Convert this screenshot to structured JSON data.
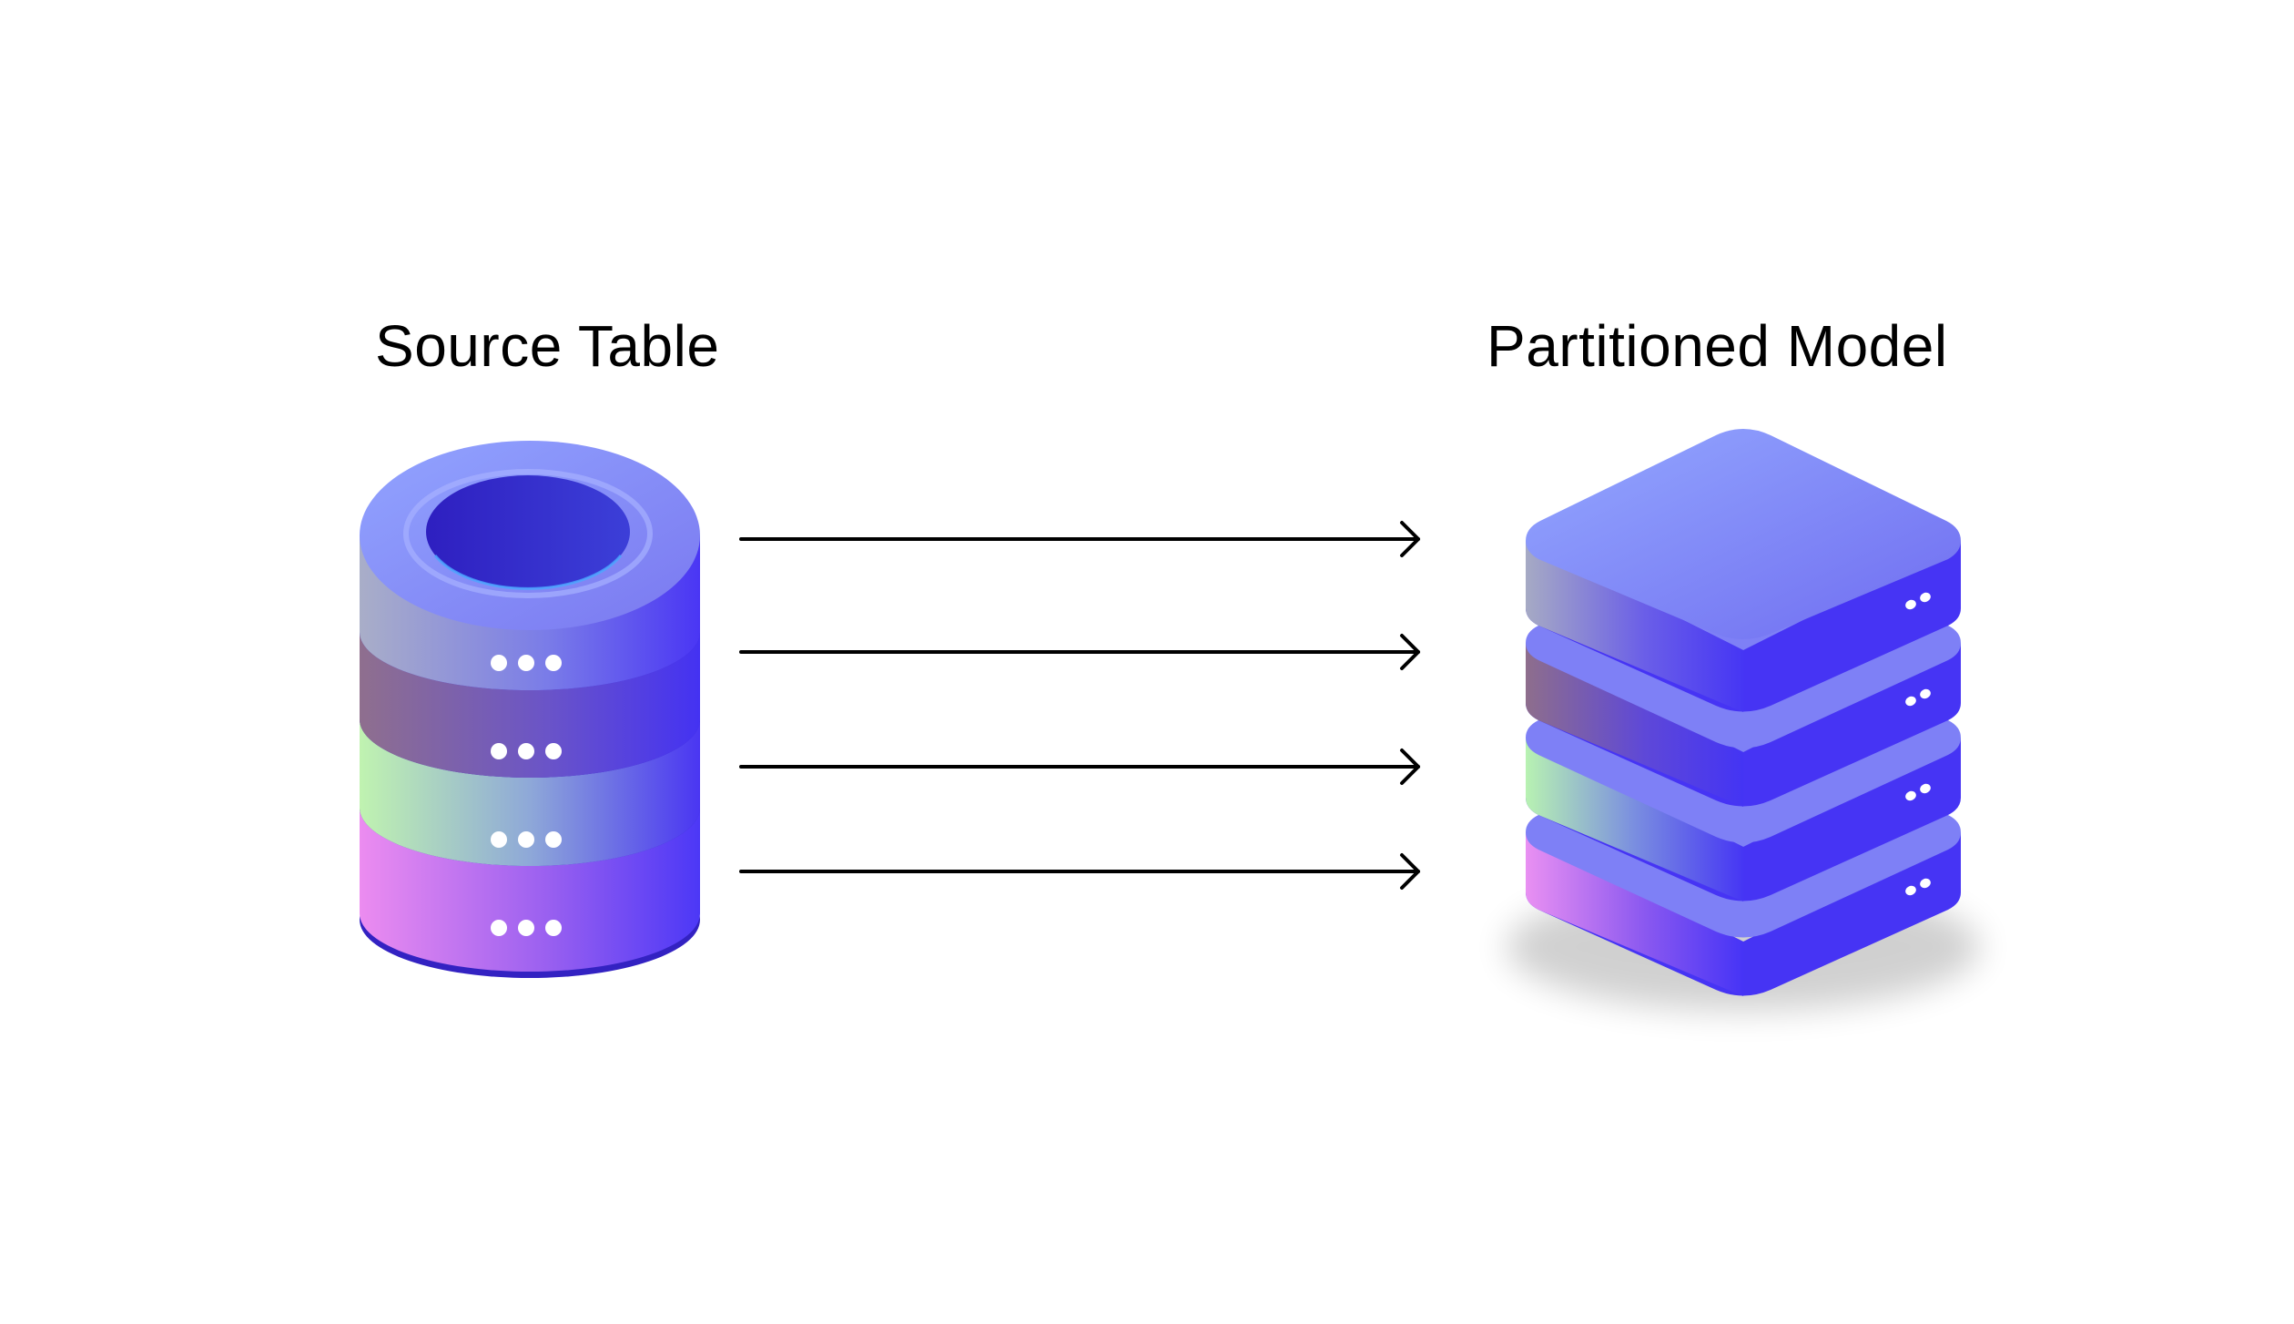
{
  "source": {
    "title": "Source Table",
    "segments": 4
  },
  "target": {
    "title": "Partitioned Model",
    "layers": 4
  },
  "arrows": {
    "count": 4,
    "color": "#000000"
  },
  "colors": {
    "accent": "#4a3af2",
    "deep": "#3522c4",
    "light_top": "#8c9cff",
    "segment_tints": [
      "#a8b0d0",
      "#8a6a9a",
      "#b8f0b0",
      "#e890f0"
    ]
  },
  "icons": [
    "database-cylinder-icon",
    "server-stack-icon",
    "arrow-right-icon"
  ]
}
